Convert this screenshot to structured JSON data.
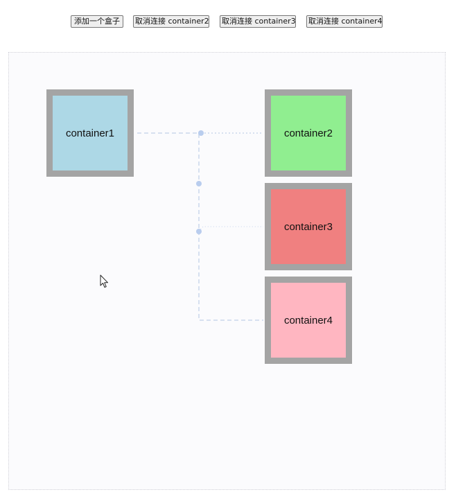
{
  "toolbar": {
    "add_box_label": "添加一个盒子",
    "unlink_container2_label": "取消连接 container2",
    "unlink_container3_label": "取消连接 container3",
    "unlink_container4_label": "取消连接 container4"
  },
  "containers": [
    {
      "id": "container1",
      "label": "container1",
      "color": "#add8e6"
    },
    {
      "id": "container2",
      "label": "container2",
      "color": "#90ee90"
    },
    {
      "id": "container3",
      "label": "container3",
      "color": "#f08080"
    },
    {
      "id": "container4",
      "label": "container4",
      "color": "#ffb6c1"
    }
  ],
  "colors": {
    "box_border": "#a4a4a4",
    "connector_line": "#c9d8ec",
    "connector_handle": "#b9cdee",
    "canvas_background": "#fbfbfd"
  },
  "icons": {
    "cursor": "arrow-cursor-icon"
  }
}
